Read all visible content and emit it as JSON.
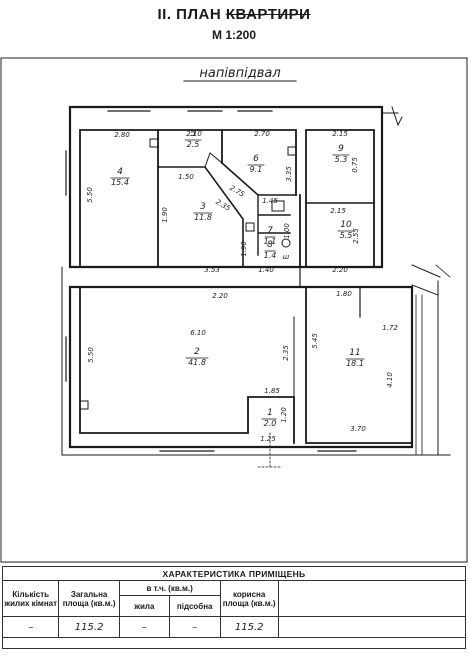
{
  "header": {
    "title_prefix": "II. ПЛАН",
    "title_struck": "КВАРТИРИ",
    "scale": "М 1:200"
  },
  "plan": {
    "level_label": "напівпідвал",
    "rooms": [
      {
        "num": "1",
        "area": "2.0"
      },
      {
        "num": "2",
        "area": "41.8"
      },
      {
        "num": "3",
        "area": "11.8"
      },
      {
        "num": "4",
        "area": "15.4"
      },
      {
        "num": "5",
        "area": "2.5"
      },
      {
        "num": "6",
        "area": "9.1"
      },
      {
        "num": "7",
        "area": "1.1"
      },
      {
        "num": "8",
        "area": "1.4"
      },
      {
        "num": "9",
        "area": "5.3"
      },
      {
        "num": "10",
        "area": "5.5"
      },
      {
        "num": "11",
        "area": "18.1"
      }
    ],
    "dimensions": [
      "2.80",
      "2.10",
      "2.70",
      "2.15",
      "5.50",
      "1.90",
      "1.50",
      "2.75",
      "2.35",
      "1.45",
      "3.35",
      "0.75",
      "1.90",
      "1.00",
      "1.40",
      "2.15",
      "2.55",
      "2.20",
      "3.53",
      "6.10",
      "5.50",
      "2.35",
      "1.85",
      "1.20",
      "1.25",
      "5.45",
      "1.72",
      "4.10",
      "3.70",
      "1.80",
      "2.20"
    ],
    "shower_label": "ш"
  },
  "table": {
    "title": "ХАРАКТЕРИСТИКА ПРИМІЩЕНЬ",
    "col_rooms": "Кількість жилих кімнат",
    "col_total": "Загальна площа (кв.м.)",
    "col_incl": "в т.ч. (кв.м.)",
    "col_living": "жила",
    "col_aux": "підсобна",
    "col_useful": "корисна площа (кв.м.)",
    "val_rooms": "–",
    "val_total": "115.2",
    "val_living": "–",
    "val_aux": "–",
    "val_useful": "115.2"
  }
}
